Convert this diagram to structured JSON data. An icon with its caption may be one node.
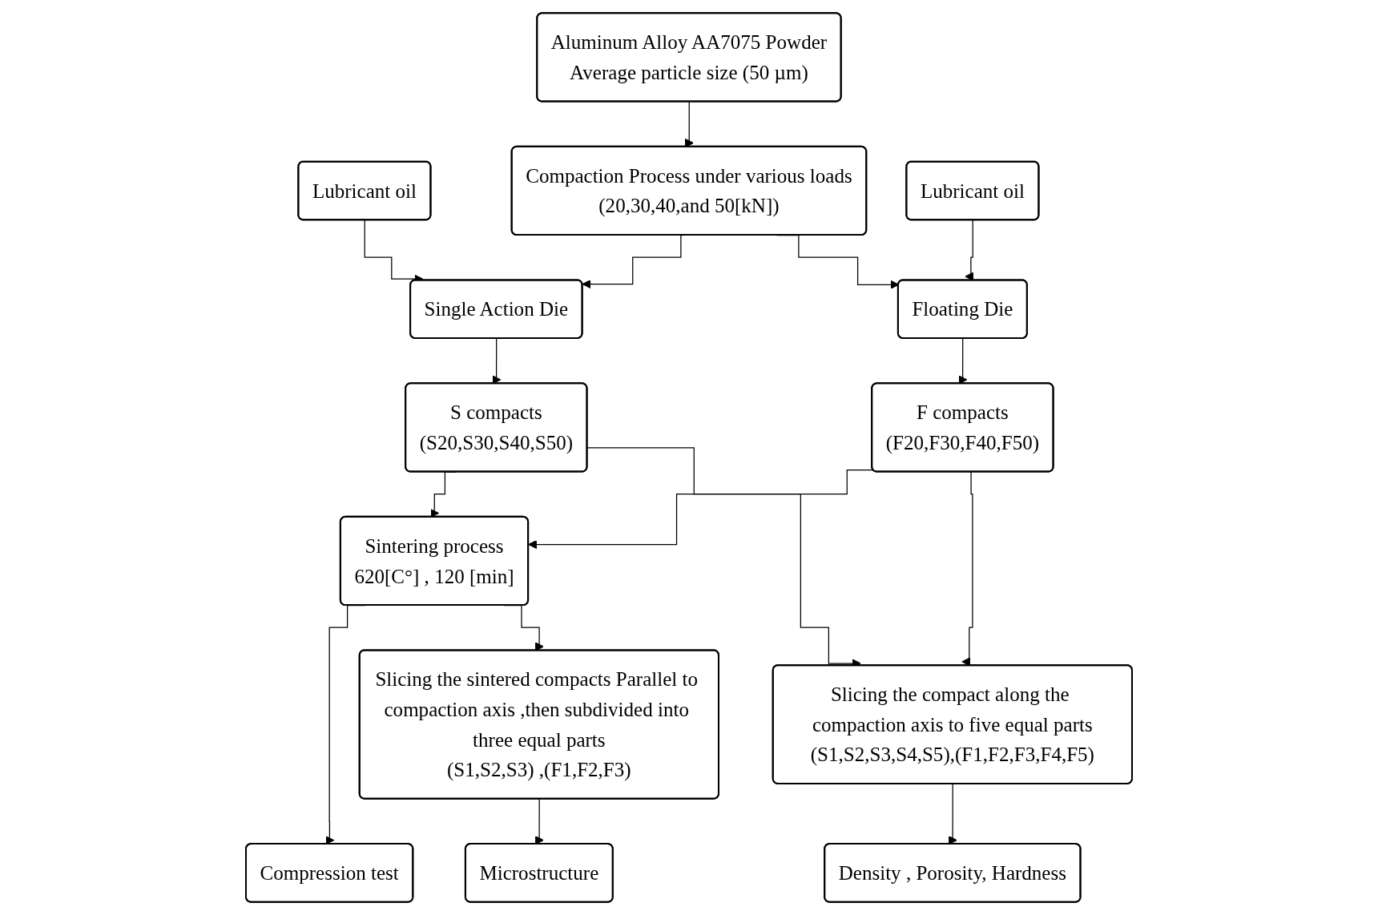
{
  "diagram": {
    "nodes": [
      {
        "text": [
          "Aluminum Alloy AA7075 Powder",
          "Average particle size (50 µm)"
        ]
      },
      {
        "text": [
          "Lubricant oil"
        ]
      },
      {
        "text": [
          "Compaction Process under various loads",
          "(20,30,40,and 50[kN])"
        ]
      },
      {
        "text": [
          "Lubricant oil"
        ]
      },
      {
        "text": [
          "Single Action Die"
        ]
      },
      {
        "text": [
          "Floating Die"
        ]
      },
      {
        "text": [
          "S compacts",
          "(S20,S30,S40,S50)"
        ]
      },
      {
        "text": [
          "F compacts",
          "(F20,F30,F40,F50)"
        ]
      },
      {
        "text": [
          "Sintering process",
          "620[C°] , 120 [min]"
        ]
      },
      {
        "text": [
          "Slicing the compact along the compaction axis to five equal parts",
          "(S1,S2,S3,S4,S5),(F1,F2,F3,F4,F5)"
        ]
      },
      {
        "text": [
          "Slicing the sintered compacts Parallel to compaction axis ,then subdivided into three equal parts",
          "(S1,S2,S3) ,(F1,F2,F3)"
        ]
      },
      {
        "text": [
          "Density , Porosity, Hardness"
        ]
      },
      {
        "text": [
          "Compression test"
        ]
      },
      {
        "text": [
          "Microstructure"
        ]
      }
    ],
    "edges": [
      {
        "from": 0,
        "to": 2,
        "arrow": "to"
      },
      {
        "from": 2,
        "to": 4,
        "arrow": "to"
      },
      {
        "from": 2,
        "to": 5,
        "arrow": "to"
      },
      {
        "from": 1,
        "to": 4,
        "arrow": "to"
      },
      {
        "from": 3,
        "to": 5,
        "arrow": "to"
      },
      {
        "from": 4,
        "to": 6,
        "arrow": "to"
      },
      {
        "from": 5,
        "to": 7,
        "arrow": "to"
      },
      {
        "from": 6,
        "to": 8,
        "arrow": "to"
      },
      {
        "from": 7,
        "to": 8,
        "arrow": "to"
      },
      {
        "from": 6,
        "to": 9,
        "arrow": "to"
      },
      {
        "from": 7,
        "to": 9,
        "arrow": "to"
      },
      {
        "from": 8,
        "to": 12,
        "arrow": "to"
      },
      {
        "from": 8,
        "to": 10,
        "arrow": "to"
      },
      {
        "from": 9,
        "to": 11,
        "arrow": "to"
      },
      {
        "from": 10,
        "to": 13,
        "arrow": "to"
      }
    ]
  }
}
